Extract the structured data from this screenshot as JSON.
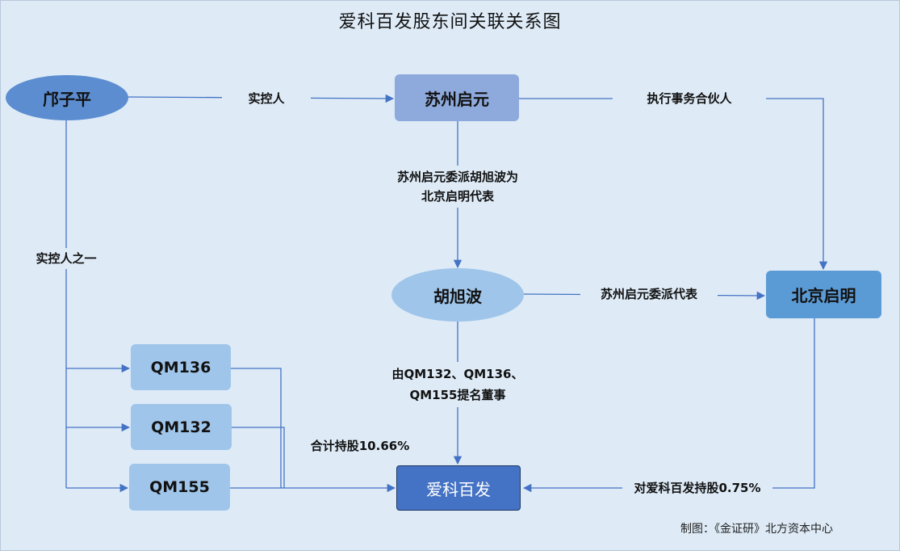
{
  "title": "爱科百发股东间关联关系图",
  "nodes": {
    "bing_ziping": "邝子平",
    "suzhou_qiyuan": "苏州启元",
    "hu_xubo": "胡旭波",
    "beijing_qiming": "北京启明",
    "qm136": "QM136",
    "qm132": "QM132",
    "qm155": "QM155",
    "aikebaifa": "爱科百发"
  },
  "edge_labels": {
    "controller": "实控人",
    "executive_partner": "执行事务合伙人",
    "appoint_line1": "苏州启元委派胡旭波为",
    "appoint_line2": "北京启明代表",
    "one_of_controllers": "实控人之一",
    "suzhou_delegate": "苏州启元委派代表",
    "nominate_line1": "由QM132、QM136、",
    "nominate_line2": "QM155提名董事",
    "combined_holding": "合计持股10.66%",
    "bj_holding": "对爱科百发持股0.75%"
  },
  "footer": "制图：《金证研》北方资本中心"
}
